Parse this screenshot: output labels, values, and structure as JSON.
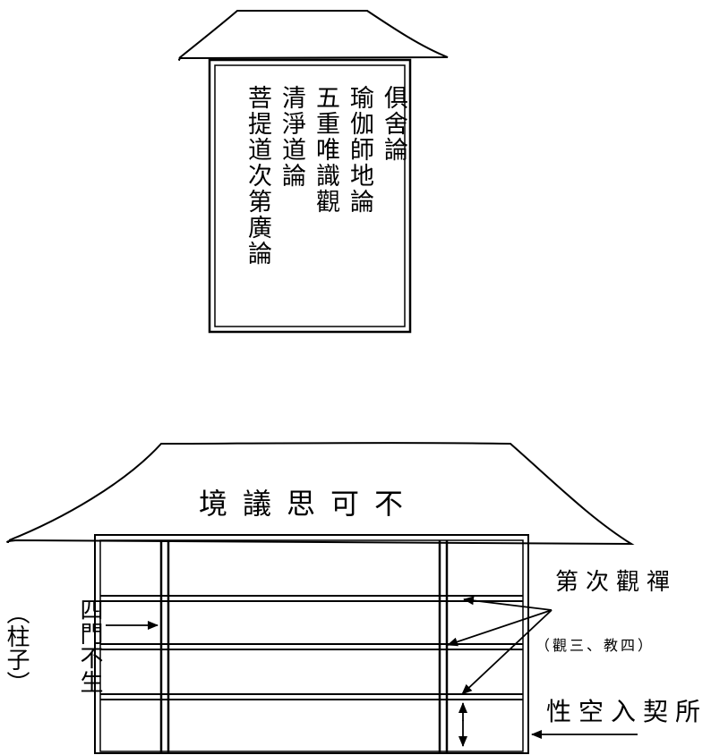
{
  "top_shrine": {
    "scroll_columns": [
      "俱舍論",
      "瑜伽師地論",
      "五重唯識觀",
      "清淨道論",
      "菩提道次第廣論"
    ]
  },
  "main_shrine": {
    "roof_title": "境議思可不",
    "left_label": "四門不生",
    "left_paren_label": "（柱子）",
    "right_top_label": "第次觀禪",
    "right_sub_label": "（觀三、教四）",
    "right_bottom_label": "性空入契所"
  }
}
